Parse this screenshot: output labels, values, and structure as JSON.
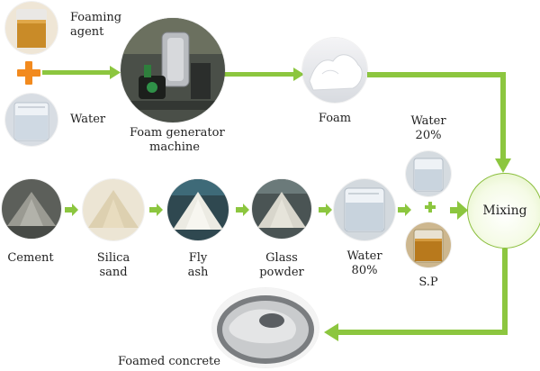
{
  "labels": {
    "foaming_agent": "Foaming\nagent",
    "water_top": "Water",
    "foam_generator": "Foam generator\nmachine",
    "foam": "Foam",
    "water_20": "Water\n20%",
    "mixing": "Mixing",
    "cement": "Cement",
    "silica_sand": "Silica\nsand",
    "fly_ash": "Fly\nash",
    "glass_powder": "Glass\npowder",
    "water_80": "Water\n80%",
    "sp": "S.P",
    "foamed_concrete": "Foamed concrete"
  },
  "icons": {
    "plus_orange": "plus-icon",
    "plus_green": "plus-icon",
    "arrows": "arrow-icon"
  },
  "colors": {
    "arrow_green": "#8cc63f",
    "plus_orange": "#f28a1e",
    "mixing_border": "#8cbf3f"
  }
}
